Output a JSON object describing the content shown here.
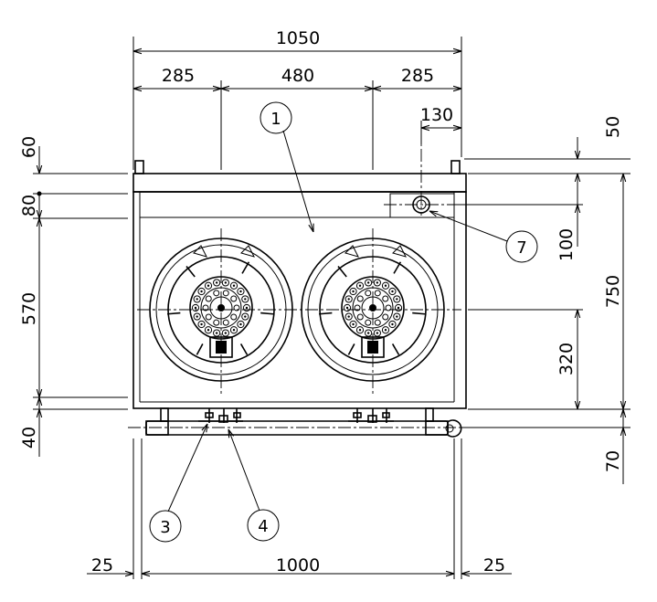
{
  "drawing": {
    "dimensions": {
      "overall_width": "1050",
      "left_section": "285",
      "middle_section": "480",
      "right_section": "285",
      "right_offset": "130",
      "top_left": "60",
      "top_right": "50",
      "band": "80",
      "body_height": "570",
      "bottom_left": "40",
      "pilot_drop": "100",
      "total_height": "750",
      "burner_center": "320",
      "pipe_drop": "70",
      "leg_left": "25",
      "leg_span": "1000",
      "leg_right": "25"
    },
    "callouts": {
      "c1": "1",
      "c3": "3",
      "c4": "4",
      "c7": "7"
    }
  }
}
